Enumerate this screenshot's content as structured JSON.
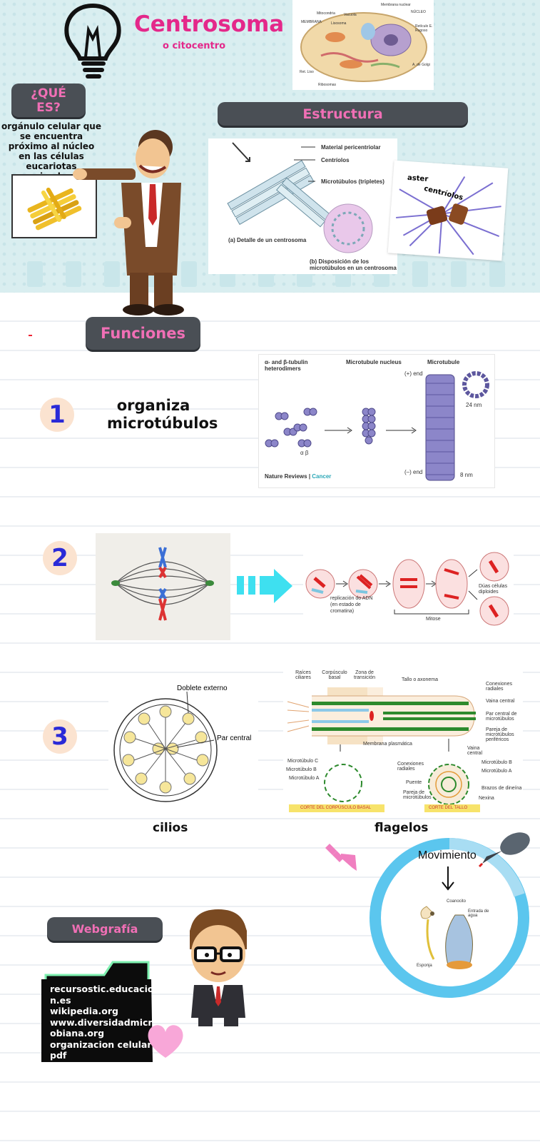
{
  "header": {
    "title": "Centrosoma",
    "subtitle": "o citocentro"
  },
  "que_es": {
    "label_line1": "¿QUÉ",
    "label_line2": "ES?",
    "definition": "orgánulo celular que se encuentra próximo al núcleo en las células eucariotas animales."
  },
  "estructura": {
    "label": "Estructura",
    "diagram_labels": {
      "material": "Material pericentriolar",
      "centriolos": "Centríolos",
      "microtubulos": "Microtúbulos (tripletes)",
      "caption_a": "(a) Detalle de un centrosoma",
      "caption_b": "(b) Disposición de los microtúbulos en un centrosoma"
    },
    "aster_labels": {
      "aster": "aster",
      "centriolos": "centríolos"
    }
  },
  "funciones": {
    "label": "Funciones",
    "items": [
      {
        "number": "1",
        "text": "organiza microtúbulos"
      },
      {
        "number": "2"
      },
      {
        "number": "3"
      }
    ],
    "microtubule_figure": {
      "heading_left": "α- and β-tubulin heterodimers",
      "heading_mid": "Microtubule nucleus",
      "heading_right": "Microtubule",
      "plus_end": "(+) end",
      "minus_end": "(–) end",
      "alpha_beta": "α β",
      "width_24": "24 nm",
      "width_8": "8 nm",
      "credit_a": "Nature Reviews",
      "credit_b": "Cancer"
    },
    "mitosis_figure": {
      "replicacion": "replicación do ADN (en estado de cromatina)",
      "mitose": "Mitose",
      "duas": "Dúas células diploides"
    },
    "cilia_figure": {
      "doblete": "Doblete externo",
      "par": "Par central",
      "caption": "cilios"
    },
    "flagelo_figure": {
      "raices": "Raíces ciliares",
      "corpusculo": "Corpúsculo basal",
      "zona": "Zona de transición",
      "tallo": "Tallo o axonema",
      "conexiones": "Conexiones radiales",
      "vaina": "Vaina central",
      "par_central": "Par central de microtúbulos",
      "pareja": "Pareja de microtúbulos periféricos",
      "membrana": "Membrana plasmática",
      "mc": "Microtúbulo C",
      "mb": "Microtúbulo B",
      "ma": "Microtúbulo A",
      "conexiones2": "Conexiones radiales",
      "puente": "Puente",
      "pareja2": "Pareja de microtúbulos",
      "vaina2": "Vaina central",
      "mb2": "Microtúbulo B",
      "ma2": "Microtúbulo A",
      "brazos": "Brazos de dineína",
      "nexina": "Nexina",
      "corte_basal": "CORTE DEL CORPÚSCULO BASAL",
      "corte_tallo": "CORTE DEL TALLO",
      "caption": "flagelos"
    },
    "movimiento": {
      "label": "Movimiento",
      "coanocito": "Coanocito",
      "entrada": "Entrada de agua",
      "esponja": "Esponja"
    }
  },
  "webgrafia": {
    "label": "Webgrafía",
    "lines": [
      "recursostic.educacio",
      "n.es",
      "wikipedia.org",
      "www.diversidadmicr",
      "obiana.org",
      "organizacion celular",
      "pdf"
    ]
  },
  "cell_image_labels": {
    "a": "Mitocondria",
    "b": "Vacuola",
    "c": "Membrana nuclear",
    "d": "NÚCLEO",
    "e": "MEMBRANA",
    "f": "Lisosoma",
    "g": "Retículo E. Rugoso",
    "h": "Ret. Liso",
    "i": "Ribosomas",
    "j": "A. de Golgi"
  },
  "colors": {
    "title_pink": "#e4288a",
    "pill_bg": "#4a4f55",
    "pill_text": "#f06fb5",
    "number_blue": "#2a2ad8",
    "number_bg": "#fbe3d0",
    "ring_blue": "#5bc6ee"
  }
}
